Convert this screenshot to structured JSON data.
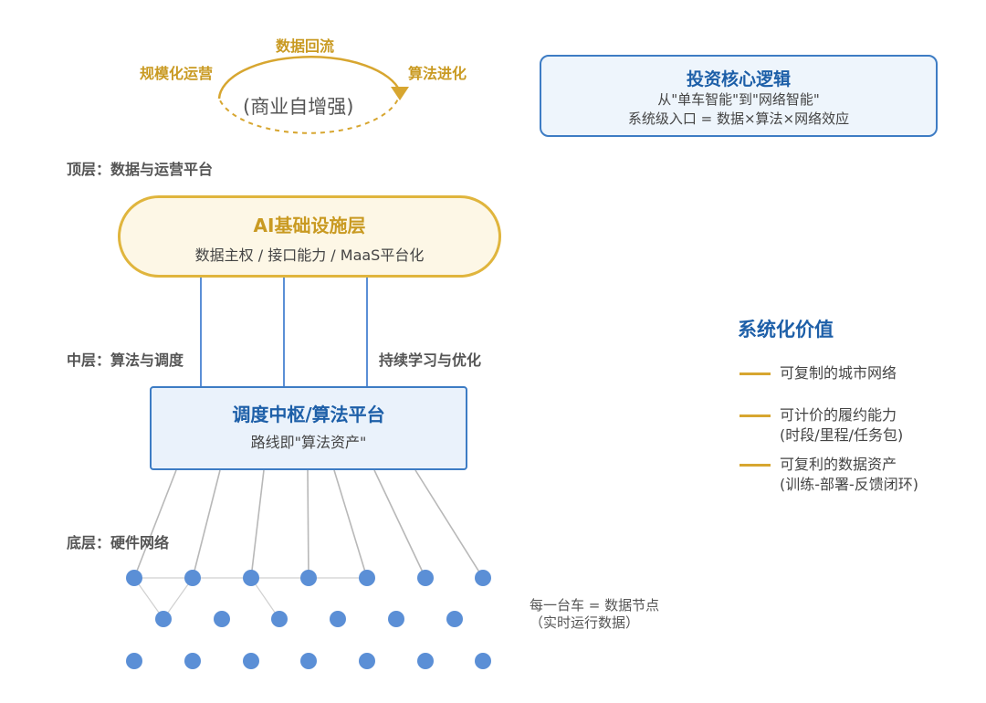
{
  "cycle": {
    "top": "数据回流",
    "left": "规模化运营",
    "right": "算法进化",
    "center": "(商业自增强)"
  },
  "layers": {
    "top": "顶层：数据与运营平台",
    "middle": "中层：算法与调度",
    "bottom": "底层：硬件网络",
    "middle_right": "持续学习与优化"
  },
  "investment": {
    "title": "投资核心逻辑",
    "line1": "从\"单车智能\"到\"网络智能\"",
    "line2": "系统级入口 = 数据×算法×网络效应"
  },
  "ai_layer": {
    "title": "AI基础设施层",
    "subtitle": "数据主权 / 接口能力 / MaaS平台化"
  },
  "dispatch": {
    "title": "调度中枢/算法平台",
    "subtitle": "路线即\"算法资产\""
  },
  "value": {
    "title": "系统化价值",
    "items": [
      {
        "label": "可复制的城市网络",
        "note": ""
      },
      {
        "label": "可计价的履约能力",
        "note": "(时段/里程/任务包)"
      },
      {
        "label": "可复利的数据资产",
        "note": "(训练-部署-反馈闭环)"
      }
    ]
  },
  "node_note": {
    "line1": "每一台车 = 数据节点",
    "line2": "（实时运行数据）"
  },
  "colors": {
    "gold": "#d7a630",
    "blue": "#1d5fa8",
    "node": "#5b8fd6",
    "connector": "#b8b8b8"
  }
}
